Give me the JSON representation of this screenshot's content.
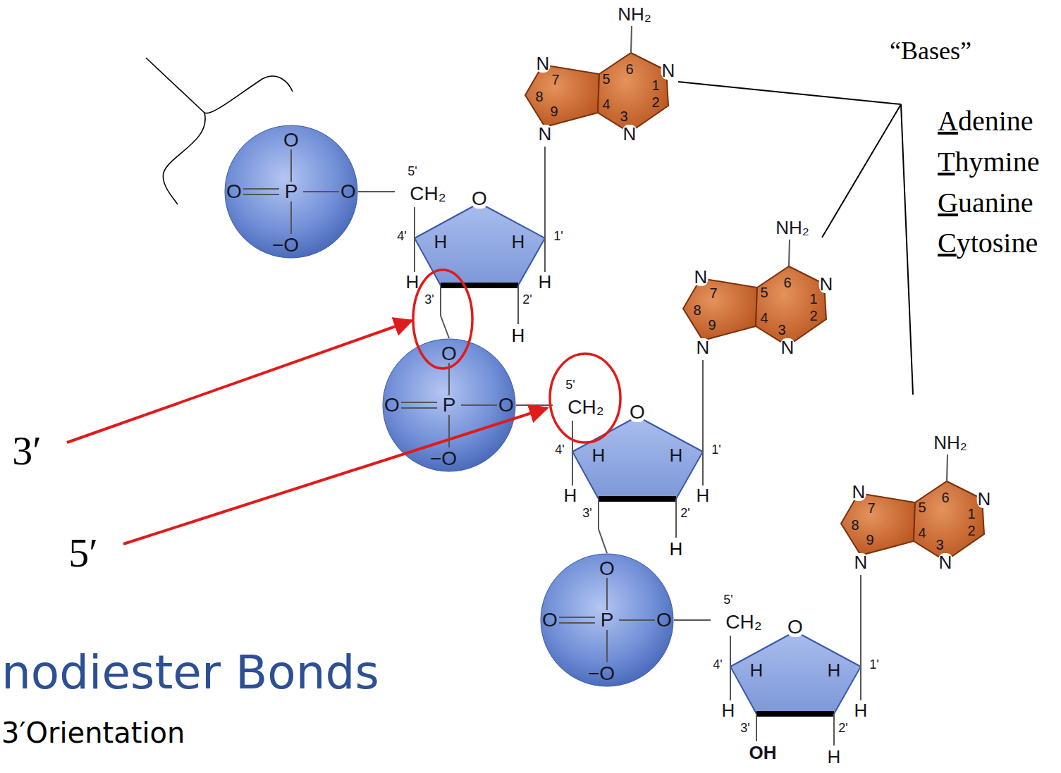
{
  "diagram": {
    "nodes": [
      {
        "text": [
          "O",
          "O",
          "P",
          "O",
          "−O"
        ]
      },
      {
        "text": [
          "5'",
          "CH₂",
          "O",
          "4'",
          "H",
          "H",
          "1'",
          "H",
          "3'",
          "2'",
          "H"
        ]
      },
      {
        "text": [
          "NH₂",
          "N",
          "7",
          "8",
          "9",
          "N",
          "6",
          "N",
          "1",
          "2",
          "5",
          "4",
          "3",
          "N"
        ]
      },
      {
        "text": [
          "O",
          "O",
          "P",
          "O",
          "−O"
        ]
      },
      {
        "text": [
          "5'",
          "CH₂",
          "O",
          "4'",
          "H",
          "H",
          "1'",
          "H",
          "3'",
          "2'",
          "H"
        ]
      },
      {
        "text": [
          "NH₂",
          "N",
          "7",
          "8",
          "9",
          "N",
          "6",
          "N",
          "1",
          "2",
          "5",
          "4",
          "3",
          "N"
        ]
      },
      {
        "text": [
          "O",
          "O",
          "P",
          "O",
          "−O"
        ]
      },
      {
        "text": [
          "5'",
          "CH₂",
          "O",
          "4'",
          "H",
          "H",
          "1'",
          "H",
          "3'",
          "2'",
          "H",
          "OH",
          "H"
        ]
      },
      {
        "text": [
          "NH₂",
          "N",
          "7",
          "8",
          "9",
          "N",
          "6",
          "N",
          "1",
          "2",
          "5",
          "4",
          "3",
          "N"
        ]
      }
    ],
    "edges": [
      {
        "from": 0,
        "to": 1,
        "arrow": "none"
      },
      {
        "from": 1,
        "to": 2,
        "arrow": "none"
      },
      {
        "from": 1,
        "to": 3,
        "arrow": "none"
      },
      {
        "from": 3,
        "to": 4,
        "arrow": "none"
      },
      {
        "from": 4,
        "to": 5,
        "arrow": "none"
      },
      {
        "from": 4,
        "to": 6,
        "arrow": "none"
      },
      {
        "from": 6,
        "to": 7,
        "arrow": "none"
      },
      {
        "from": 7,
        "to": 8,
        "arrow": "none"
      }
    ],
    "labels": [
      "“Bases”",
      "Adenine",
      "Thymine",
      "Guanine",
      "Cytosine",
      "3′",
      "5′",
      "nodiester Bonds",
      "3′Orientation",
      "H",
      "H"
    ]
  }
}
